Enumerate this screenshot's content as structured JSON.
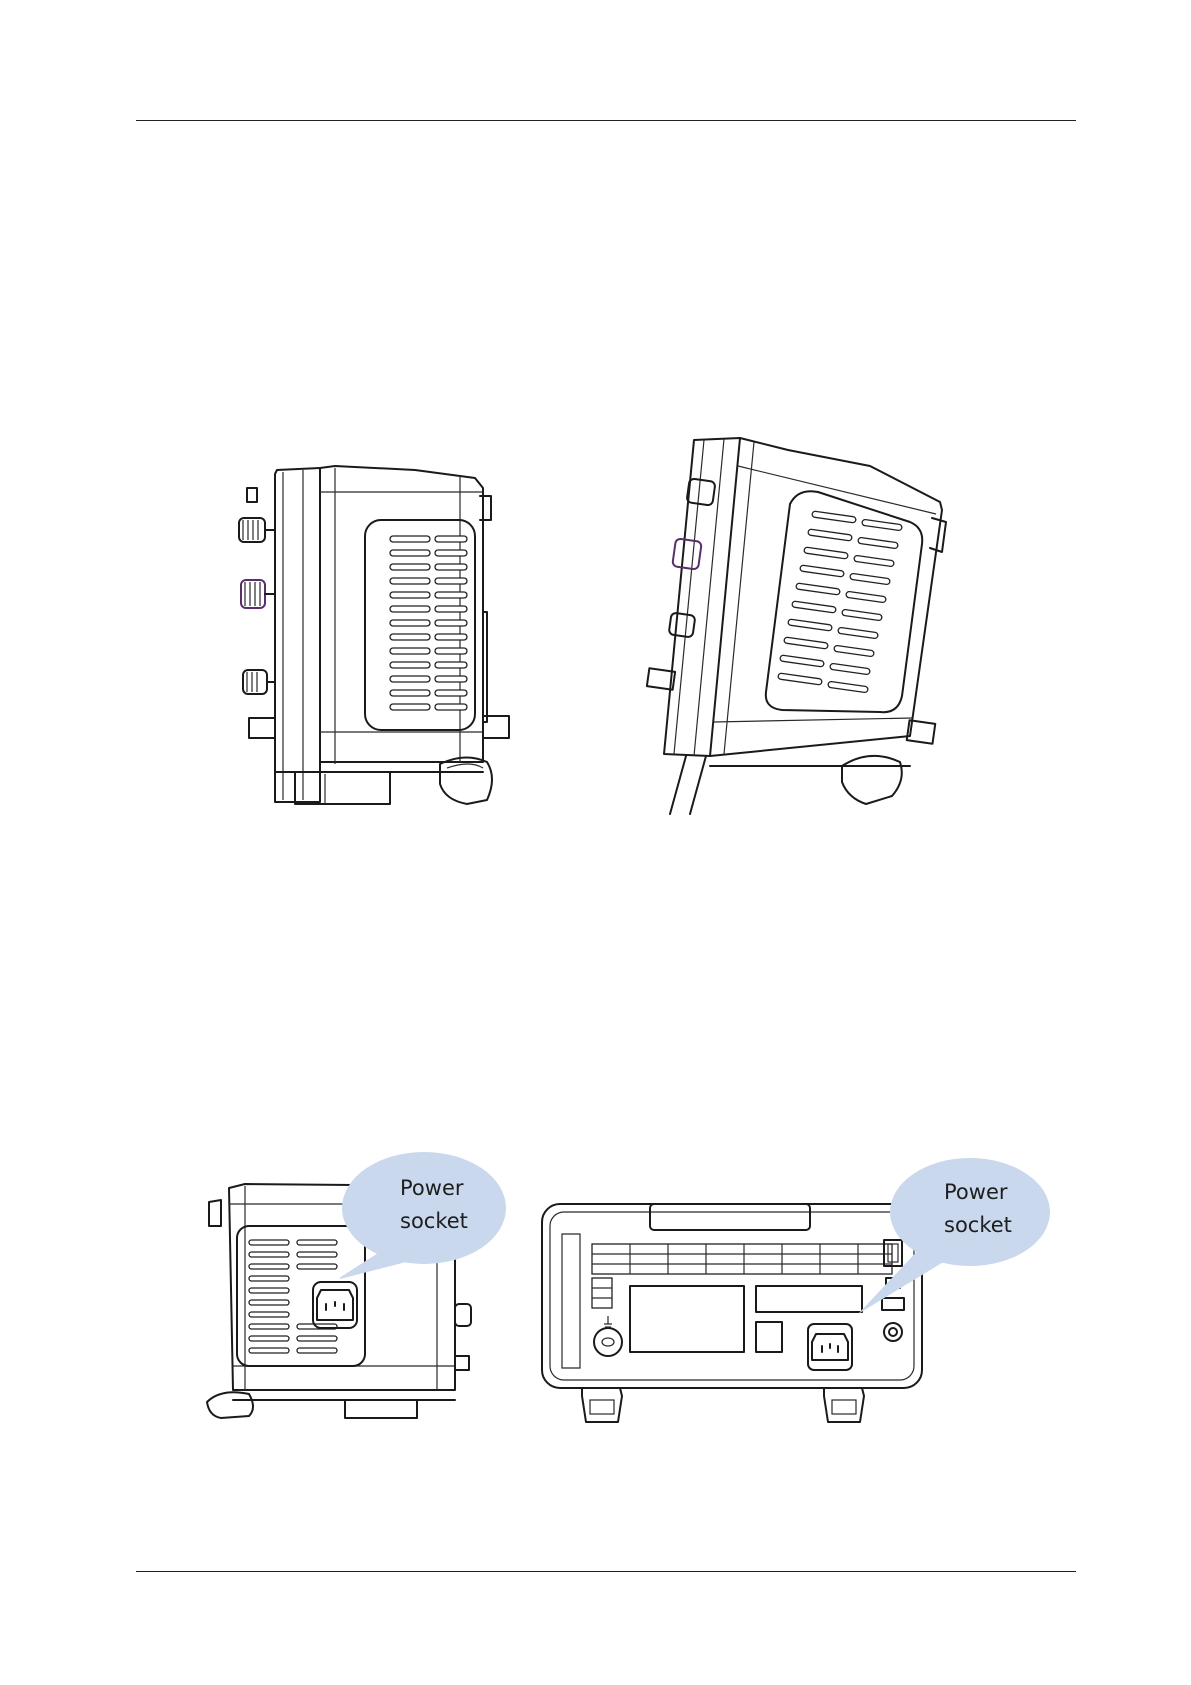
{
  "figures": [
    {
      "name": "side-view-upright"
    },
    {
      "name": "side-view-tilted"
    },
    {
      "name": "side-view-power-socket",
      "callout": {
        "line1": "Power",
        "line2": "socket"
      }
    },
    {
      "name": "rear-view-power-socket",
      "callout": {
        "line1": "Power",
        "line2": "socket"
      }
    }
  ],
  "colors": {
    "callout_fill": "#c9d8ec",
    "line": "#1a1a1a",
    "knob_accent": "#5a2d6b"
  }
}
